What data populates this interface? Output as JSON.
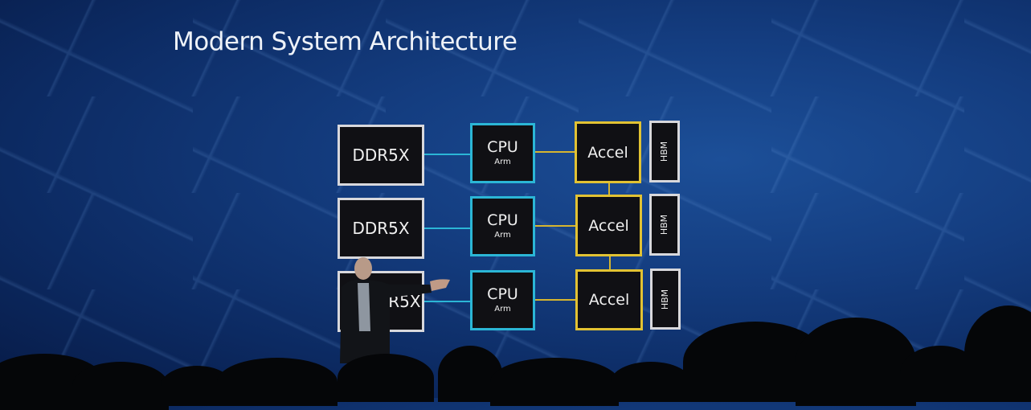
{
  "slide": {
    "title": "Modern System Architecture",
    "rows": [
      {
        "memory": "DDR5X",
        "cpu": "CPU",
        "cpu_sub": "Arm",
        "accel": "Accel",
        "hbm": "HBM"
      },
      {
        "memory": "DDR5X",
        "cpu": "CPU",
        "cpu_sub": "Arm",
        "accel": "Accel",
        "hbm": "HBM"
      },
      {
        "memory": "DDR5X",
        "cpu": "CPU",
        "cpu_sub": "Arm",
        "accel": "Accel",
        "hbm": "HBM"
      }
    ],
    "colors": {
      "cpu_border": "#2bb6d6",
      "accel_border": "#e2c233",
      "memory_border": "#d8d8dc"
    }
  }
}
